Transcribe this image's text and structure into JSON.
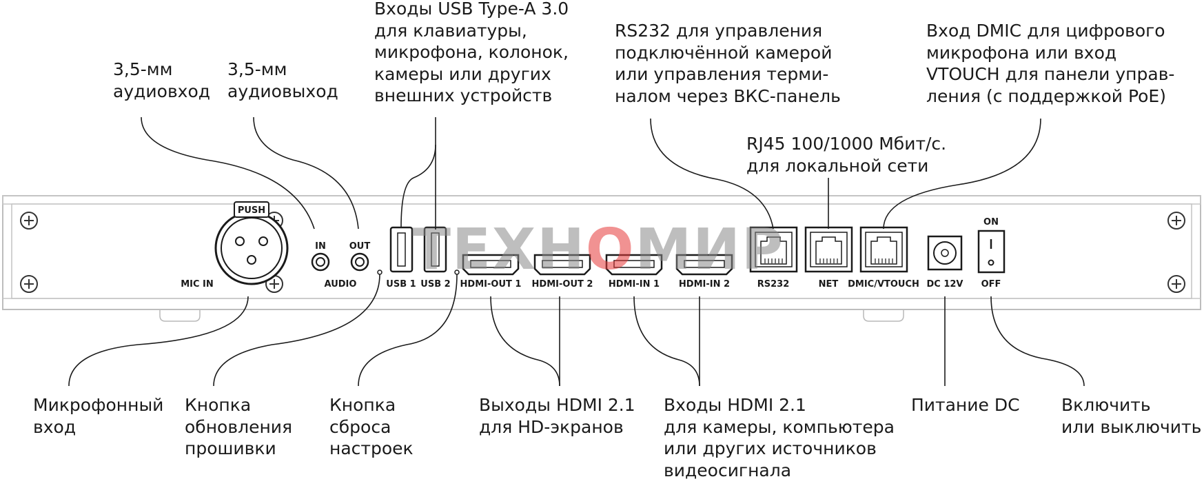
{
  "watermark": {
    "left": "ТЕХН",
    "accent": "О",
    "right": "МИР"
  },
  "panel_labels": {
    "push": "PUSH",
    "mic_in": "MIC IN",
    "in": "IN",
    "out": "OUT",
    "audio": "AUDIO",
    "usb1": "USB 1",
    "usb2": "USB 2",
    "hdmi_out1": "HDMI-OUT 1",
    "hdmi_out2": "HDMI-OUT 2",
    "hdmi_in1": "HDMI-IN 1",
    "hdmi_in2": "HDMI-IN 2",
    "rs232": "RS232",
    "net": "NET",
    "dmic_vtouch": "DMIC/VTOUCH",
    "dc12v": "DC 12V",
    "on": "ON",
    "off": "OFF"
  },
  "callouts": {
    "audio_in": [
      "3,5-мм",
      "аудиовход"
    ],
    "audio_out": [
      "3,5-мм",
      "аудиовыход"
    ],
    "usb": [
      "Входы USB Type-A 3.0",
      "для клавиатуры,",
      "микрофона, колонок,",
      "камеры или других",
      "внешних устройств"
    ],
    "rs232": [
      "RS232 для управления",
      "подключённой камерой",
      "или управления терми-",
      "налом через ВКС-панель"
    ],
    "rj45": [
      "RJ45 100/1000 Мбит/с.",
      "для локальной сети"
    ],
    "dmic": [
      "Вход DMIC для цифрового",
      "микрофона или вход",
      "VTOUCH для панели управ-",
      "ления (с поддержкой PoE)"
    ],
    "mic_input": [
      "Микрофонный",
      "вход"
    ],
    "firmware_button": [
      "Кнопка",
      "обновления",
      "прошивки"
    ],
    "reset_button": [
      "Кнопка",
      "сброса",
      "настроек"
    ],
    "hdmi_out": [
      "Выходы HDMI 2.1",
      "для HD-экранов"
    ],
    "hdmi_in": [
      "Входы HDMI 2.1",
      "для камеры, компьютера",
      "или других источников",
      "видеосигнала"
    ],
    "dc_power": [
      "Питание DC"
    ],
    "power_switch": [
      "Включить",
      "или выключить"
    ]
  }
}
